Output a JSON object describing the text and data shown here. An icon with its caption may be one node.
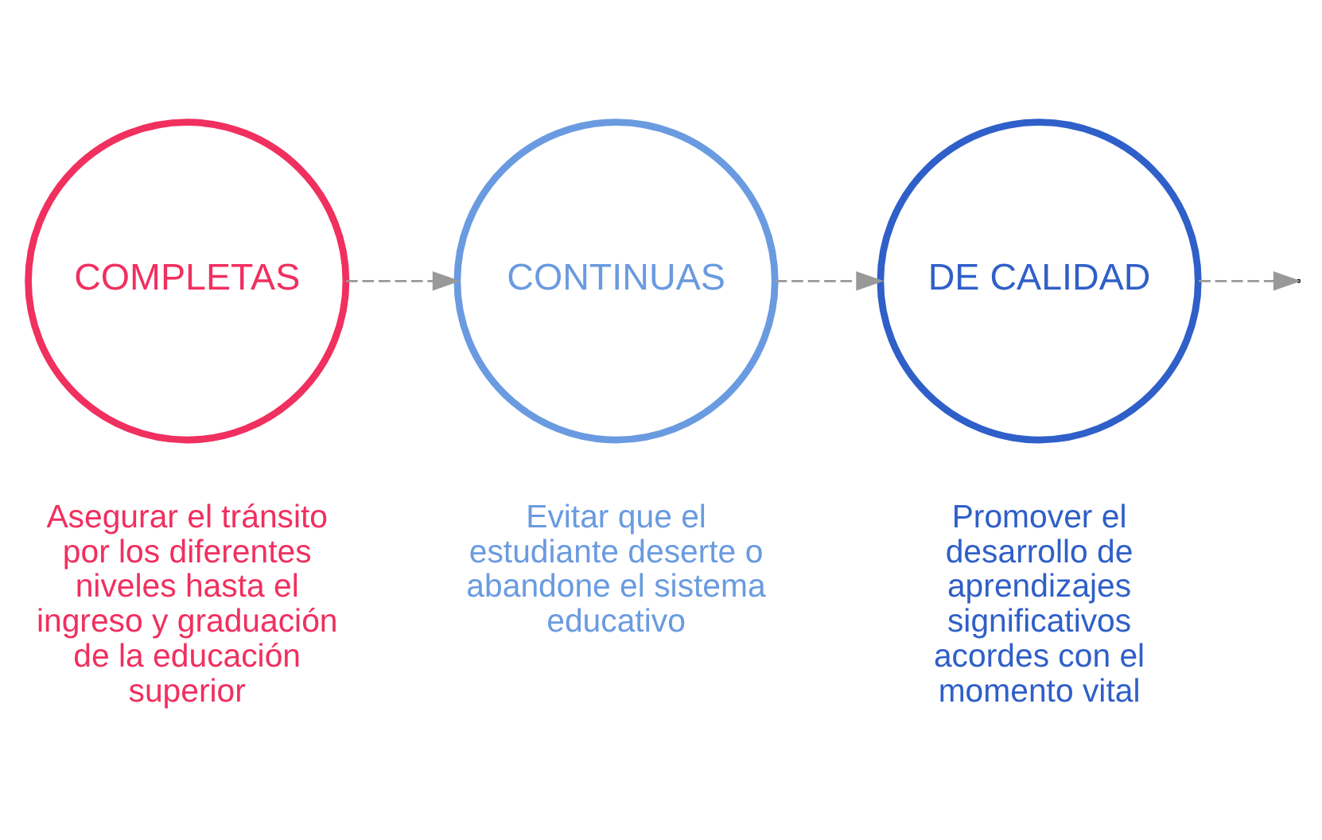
{
  "diagram": {
    "nodes": [
      {
        "text": [
          "COMPLETAS"
        ],
        "beside": [
          "Asegurar el tránsito por los diferentes niveles hasta el ingreso y graduación de la educación superior"
        ]
      },
      {
        "text": [
          "CONTINUAS"
        ],
        "beside": [
          "Evitar que el estudiante deserte o abandone el sistema educativo"
        ]
      },
      {
        "text": [
          "DE CALIDAD"
        ],
        "beside": [
          "Promover el desarrollo de aprendizajes significativos acordes con el momento vital"
        ]
      }
    ],
    "edges": [
      {
        "from": 0,
        "to": 1,
        "arrow": "to",
        "style": "dashed"
      },
      {
        "from": 1,
        "to": 2,
        "arrow": "to",
        "style": "dashed"
      },
      {
        "from": 2,
        "to": null,
        "arrow": "to",
        "style": "dashed"
      }
    ]
  }
}
